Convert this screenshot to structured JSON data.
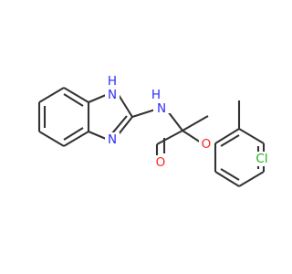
{
  "molecule": {
    "atoms": {
      "n_amide": {
        "symbol": "N",
        "sub": "H",
        "color": "#2d2dff"
      },
      "n_ring_h": {
        "symbol": "N",
        "sub": "H",
        "color": "#2d2dff"
      },
      "n_ring": {
        "symbol": "N",
        "color": "#2d2dff"
      },
      "o_carbonyl": {
        "symbol": "O",
        "color": "#ff2020"
      },
      "o_ether": {
        "symbol": "O",
        "color": "#ff2020"
      },
      "cl": {
        "symbol": "Cl",
        "color": "#1fb01f"
      }
    },
    "bond_color": "#333333"
  }
}
